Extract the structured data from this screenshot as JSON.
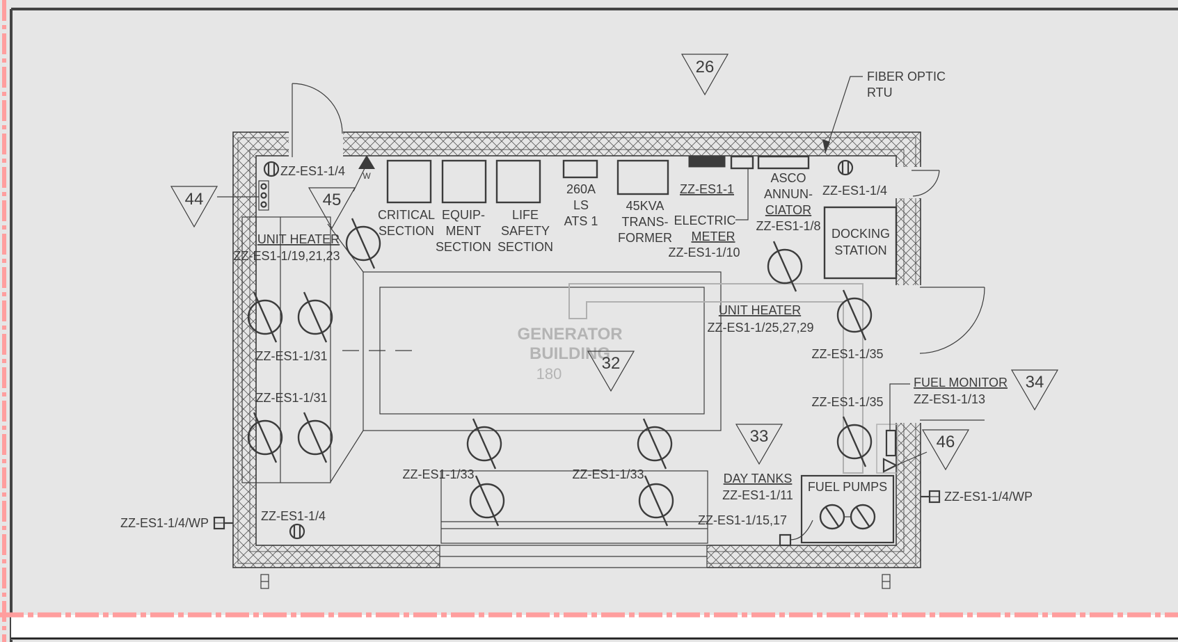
{
  "room": {
    "name": "GENERATOR BUILDING",
    "number": "180"
  },
  "tags": {
    "t26": "26",
    "t44": "44",
    "t45": "45",
    "t32": "32",
    "t33": "33",
    "t34": "34",
    "t46": "46"
  },
  "equipment": {
    "critical_1": "CRITICAL",
    "critical_2": "SECTION",
    "equip_1": "EQUIP-",
    "equip_2": "MENT",
    "equip_3": "SECTION",
    "life_1": "LIFE",
    "life_2": "SAFETY",
    "life_3": "SECTION",
    "ats_1": "260A",
    "ats_2": "LS",
    "ats_3": "ATS 1",
    "xfmr_1": "45KVA",
    "xfmr_2": "TRANS-",
    "xfmr_3": "FORMER",
    "panel_ref": "ZZ-ES1-1",
    "meter_1": "ELECTRIC",
    "meter_2": "METER",
    "meter_circuit": "ZZ-ES1-1/10",
    "ann_1": "ASCO",
    "ann_2": "ANNUN-",
    "ann_3": "CIATOR",
    "ann_circuit": "ZZ-ES1-1/8",
    "fiber_1": "FIBER OPTIC",
    "fiber_2": "RTU",
    "dock_1": "DOCKING",
    "dock_2": "STATION",
    "fuel_pumps": "FUEL PUMPS",
    "fuel_monitor": "FUEL MONITOR",
    "fuel_monitor_circuit": "ZZ-ES1-1/13",
    "day_tanks": "DAY TANKS",
    "day_tanks_circuit": "ZZ-ES1-1/11",
    "pumps_circuit": "ZZ-ES1-1/15,17",
    "weatherproof": "W"
  },
  "heaters": {
    "left_label": "UNIT HEATER",
    "left_circuit": "ZZ-ES1-1/19,21,23",
    "center_label": "UNIT HEATER",
    "center_circuit": "ZZ-ES1-1/25,27,29"
  },
  "circuits": {
    "rec_top_left": "ZZ-ES1-1/4",
    "rec_top_right": "ZZ-ES1-1/4",
    "rec_bottom": "ZZ-ES1-1/4",
    "rec_wp_left": "ZZ-ES1-1/4/WP",
    "rec_wp_right": "ZZ-ES1-1/4/WP",
    "c31a": "ZZ-ES1-1/31",
    "c31b": "ZZ-ES1-1/31",
    "c33a": "ZZ-ES1-1/33",
    "c33b": "ZZ-ES1-1/33",
    "c35a": "ZZ-ES1-1/35",
    "c35b": "ZZ-ES1-1/35"
  },
  "colors": {
    "background": "#e6e6e6",
    "linework": "#3c3c3c",
    "ghost": "#b4b4b4",
    "boundary": "#ff9e9e"
  }
}
